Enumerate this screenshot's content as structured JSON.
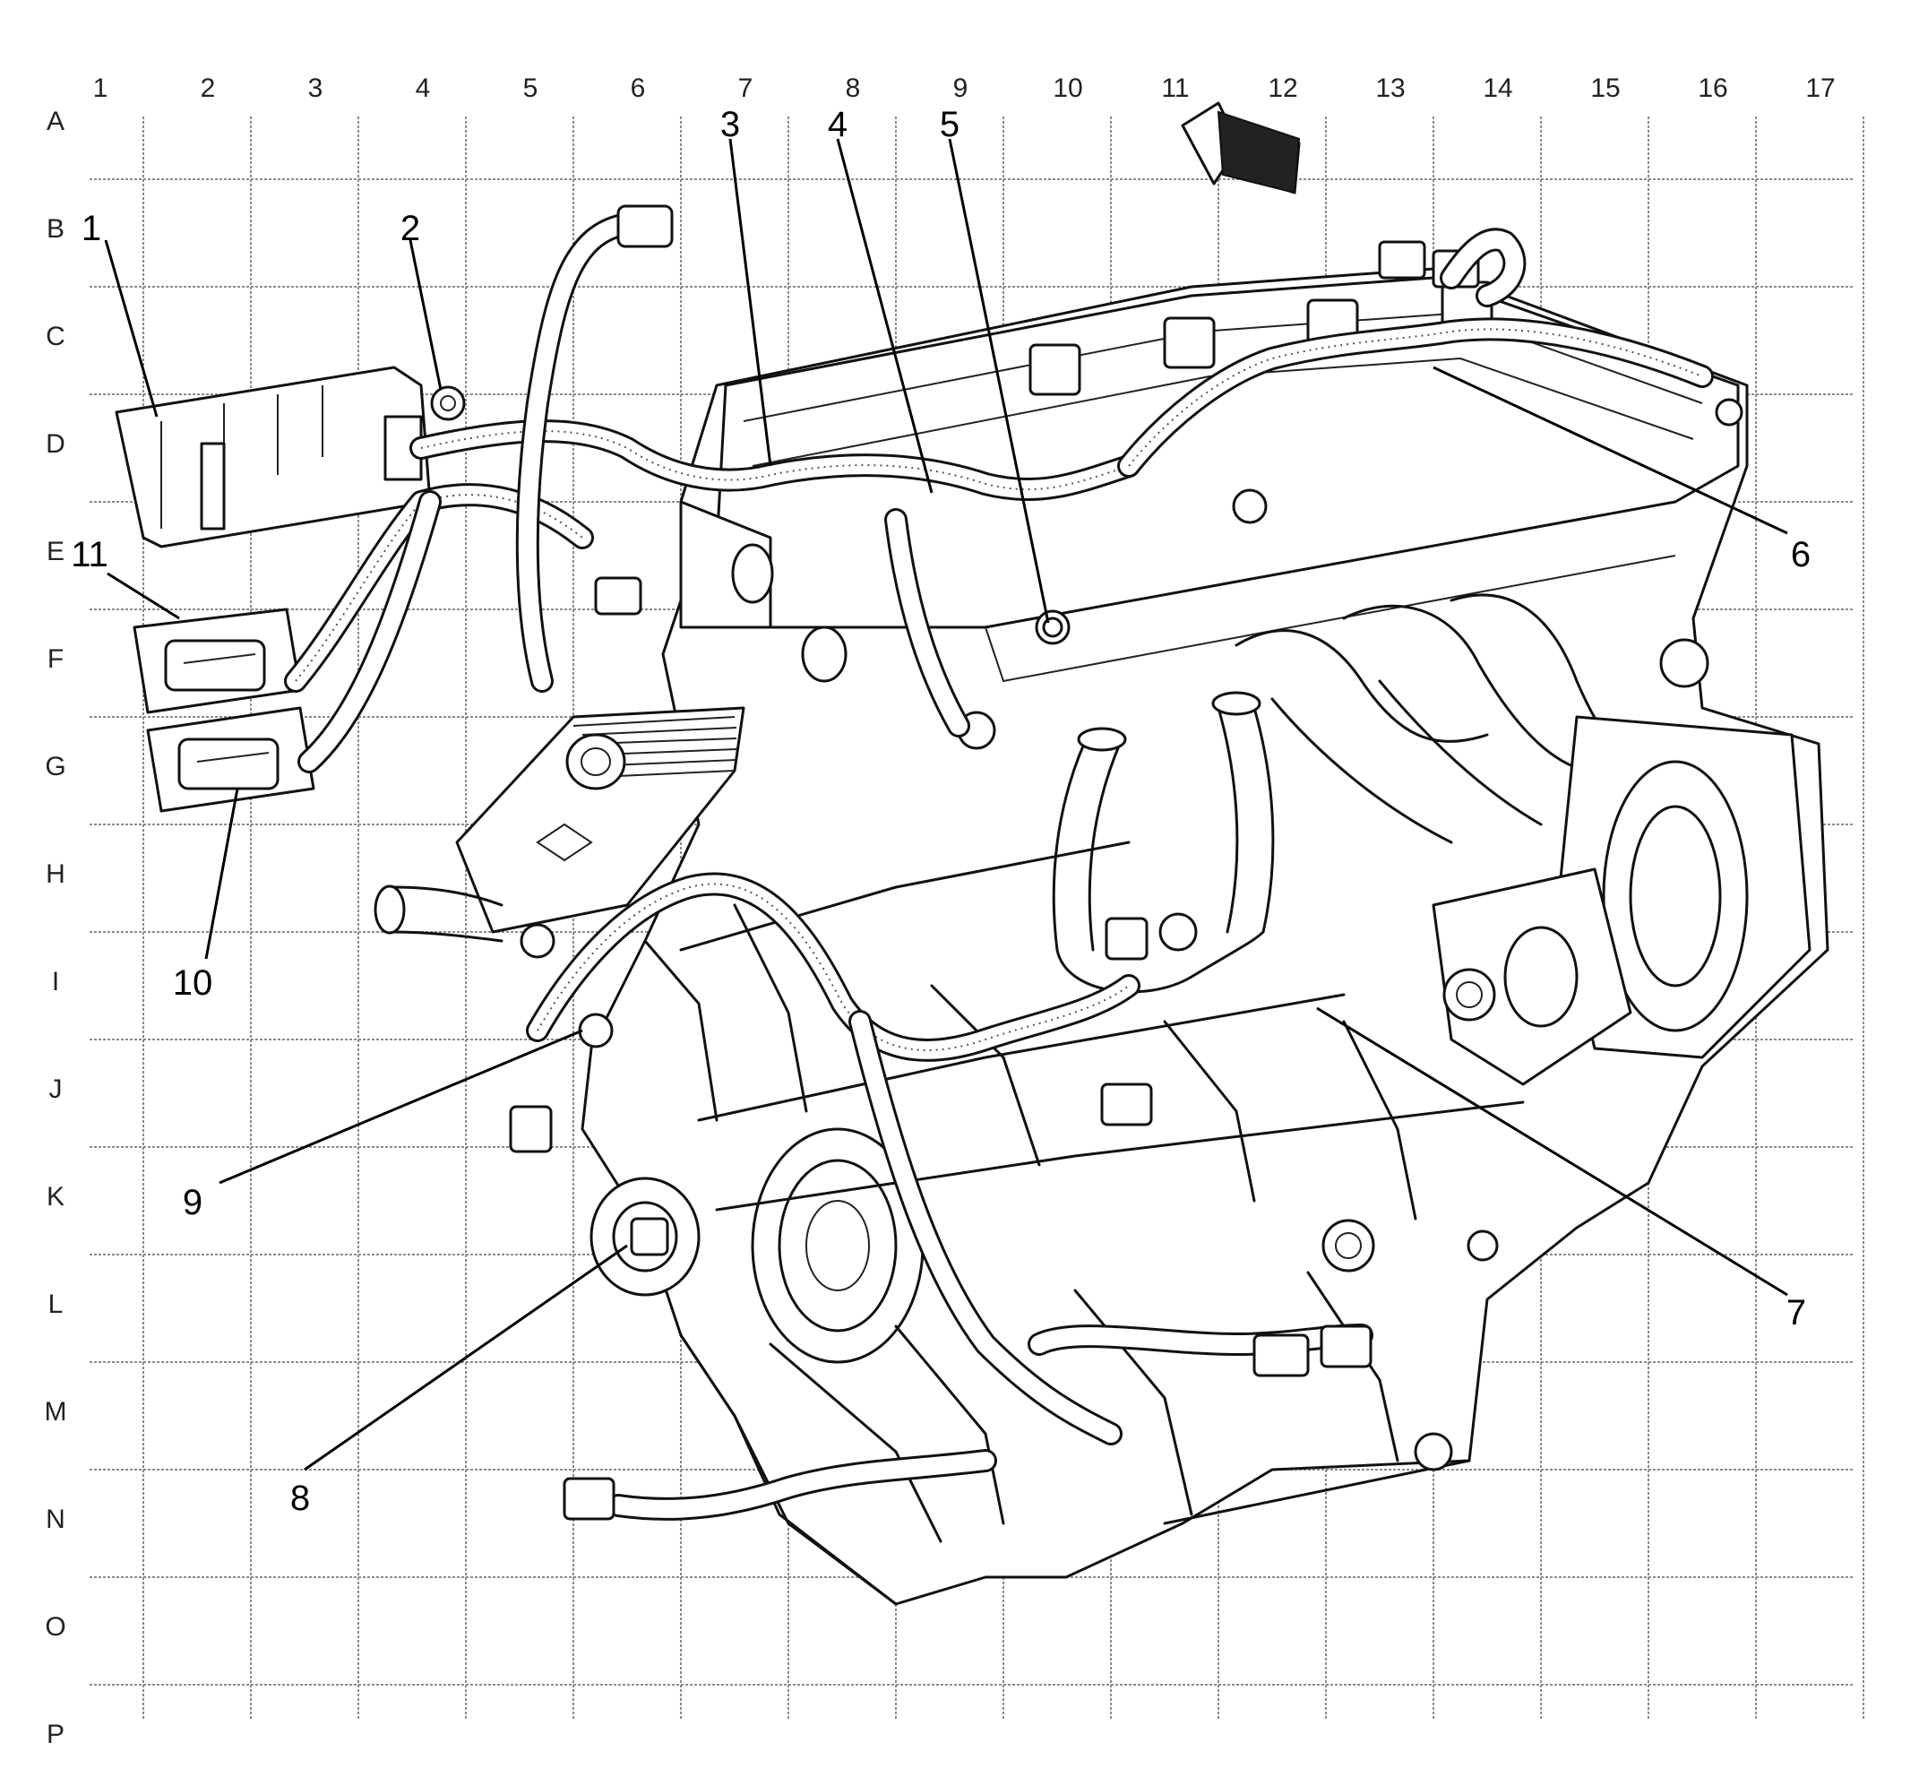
{
  "grid": {
    "columns": [
      "1",
      "2",
      "3",
      "4",
      "5",
      "6",
      "7",
      "8",
      "9",
      "10",
      "11",
      "12",
      "13",
      "14",
      "15",
      "16",
      "17"
    ],
    "rows": [
      "A",
      "B",
      "C",
      "D",
      "E",
      "F",
      "G",
      "H",
      "I",
      "J",
      "K",
      "L",
      "M",
      "N",
      "O",
      "P"
    ]
  },
  "callouts": [
    "1",
    "2",
    "3",
    "4",
    "5",
    "6",
    "7",
    "8",
    "9",
    "10",
    "11"
  ],
  "icons": {
    "view_arrow": "direction-arrow-icon"
  }
}
